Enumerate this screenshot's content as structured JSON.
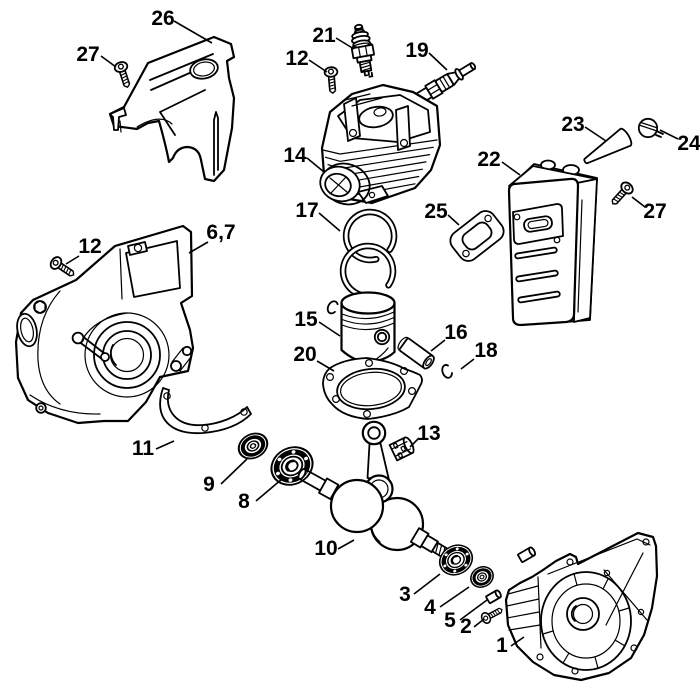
{
  "figure": {
    "type": "exploded-parts-diagram",
    "background": "#ffffff",
    "ink": "#000000",
    "callouts": [
      {
        "label": "26"
      },
      {
        "label": "27"
      },
      {
        "label": "12"
      },
      {
        "label": "21"
      },
      {
        "label": "19"
      },
      {
        "label": "23"
      },
      {
        "label": "24"
      },
      {
        "label": "22"
      },
      {
        "label": "27"
      },
      {
        "label": "25"
      },
      {
        "label": "14"
      },
      {
        "label": "17"
      },
      {
        "label": "6,7"
      },
      {
        "label": "12"
      },
      {
        "label": "15"
      },
      {
        "label": "16"
      },
      {
        "label": "18"
      },
      {
        "label": "20"
      },
      {
        "label": "11"
      },
      {
        "label": "13"
      },
      {
        "label": "9"
      },
      {
        "label": "8"
      },
      {
        "label": "10"
      },
      {
        "label": "3"
      },
      {
        "label": "4"
      },
      {
        "label": "5"
      },
      {
        "label": "2"
      },
      {
        "label": "1"
      }
    ]
  }
}
